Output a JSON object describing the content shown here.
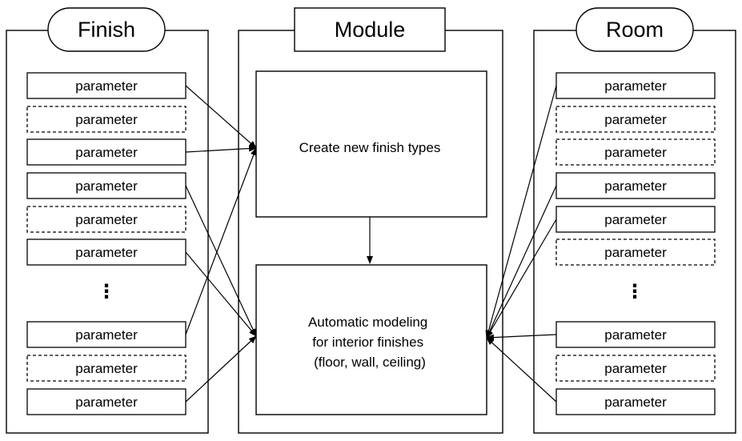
{
  "panels": {
    "finish": {
      "title": "Finish",
      "items": [
        {
          "label": "parameter",
          "style": "solid"
        },
        {
          "label": "parameter",
          "style": "dashed"
        },
        {
          "label": "parameter",
          "style": "solid"
        },
        {
          "label": "parameter",
          "style": "solid"
        },
        {
          "label": "parameter",
          "style": "dashed"
        },
        {
          "label": "parameter",
          "style": "solid"
        },
        {
          "label": "parameter",
          "style": "solid"
        },
        {
          "label": "parameter",
          "style": "dashed"
        },
        {
          "label": "parameter",
          "style": "solid"
        }
      ],
      "ellipsis": "⋮"
    },
    "module": {
      "title": "Module",
      "create_box": {
        "lines": [
          "Create new finish types"
        ]
      },
      "model_box": {
        "lines": [
          "Automatic modeling",
          "for interior finishes",
          "(floor, wall, ceiling)"
        ]
      }
    },
    "room": {
      "title": "Room",
      "items": [
        {
          "label": "parameter",
          "style": "solid"
        },
        {
          "label": "parameter",
          "style": "dashed"
        },
        {
          "label": "parameter",
          "style": "dashed"
        },
        {
          "label": "parameter",
          "style": "solid"
        },
        {
          "label": "parameter",
          "style": "solid"
        },
        {
          "label": "parameter",
          "style": "dashed"
        },
        {
          "label": "parameter",
          "style": "solid"
        },
        {
          "label": "parameter",
          "style": "dashed"
        },
        {
          "label": "parameter",
          "style": "solid"
        }
      ],
      "ellipsis": "⋮"
    }
  },
  "connections": {
    "finish_to_create": [
      0,
      2,
      6
    ],
    "finish_to_model": [
      3,
      5,
      8
    ],
    "room_to_model": [
      0,
      3,
      4,
      6,
      8
    ]
  }
}
